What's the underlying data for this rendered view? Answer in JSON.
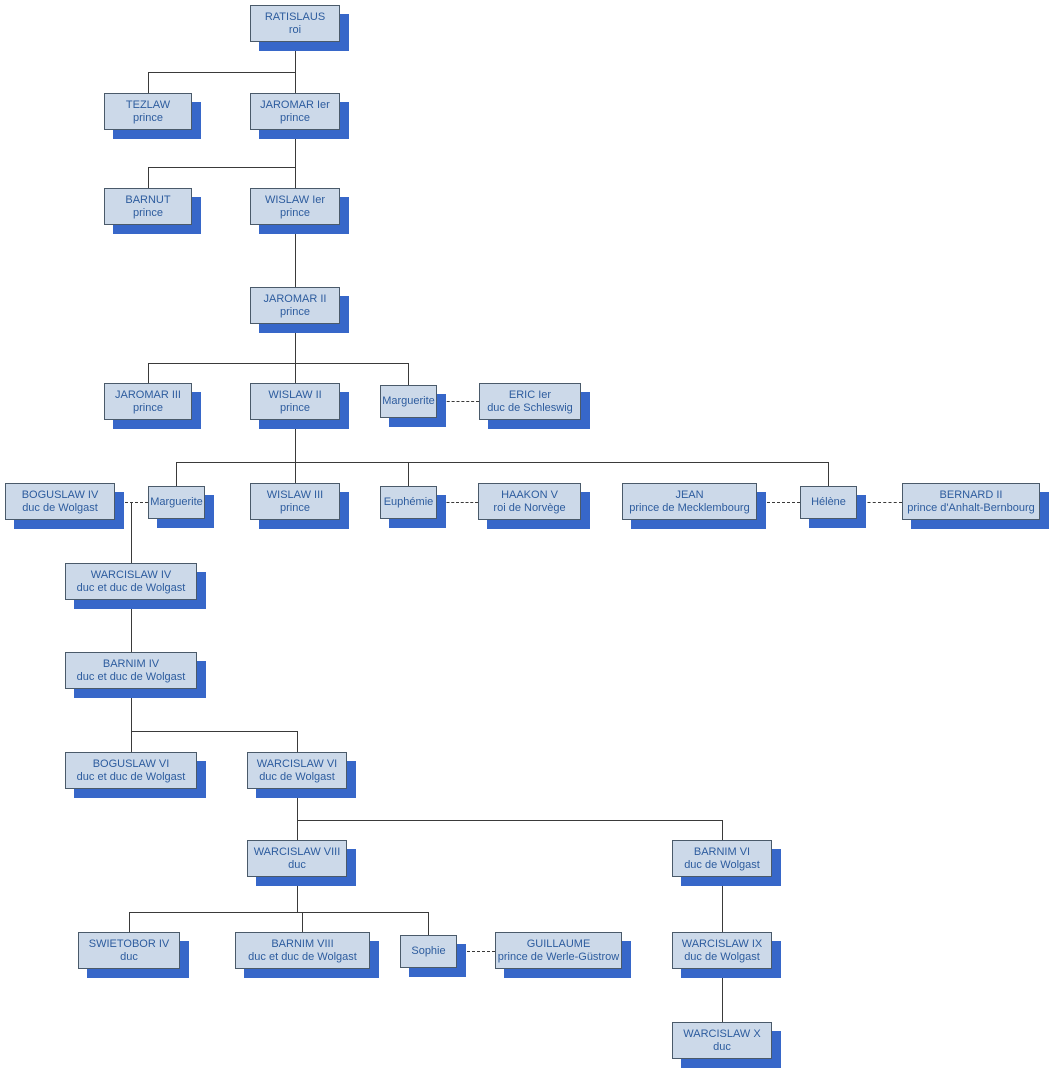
{
  "colors": {
    "box_fill": "#ccd9e9",
    "box_border": "#4a5a6a",
    "box_shadow": "#3767c9",
    "text": "#2d5c9e",
    "line": "#3a3a3a",
    "background": "#ffffff"
  },
  "nodes": {
    "ratislaus": {
      "name": "RATISLAUS",
      "title": "roi"
    },
    "tezlaw": {
      "name": "TEZLAW",
      "title": "prince"
    },
    "jaromar1": {
      "name": "JAROMAR Ier",
      "title": "prince"
    },
    "barnut": {
      "name": "BARNUT",
      "title": "prince"
    },
    "wislaw1": {
      "name": "WISLAW Ier",
      "title": "prince"
    },
    "jaromar2": {
      "name": "JAROMAR II",
      "title": "prince"
    },
    "jaromar3": {
      "name": "JAROMAR III",
      "title": "prince"
    },
    "wislaw2": {
      "name": "WISLAW II",
      "title": "prince"
    },
    "marguerite1": {
      "name": "Marguerite"
    },
    "eric1": {
      "name": "ERIC Ier",
      "title": "duc de Schleswig"
    },
    "boguslaw4": {
      "name": "BOGUSLAW IV",
      "title": "duc de Wolgast"
    },
    "marguerite2": {
      "name": "Marguerite"
    },
    "wislaw3": {
      "name": "WISLAW III",
      "title": "prince"
    },
    "euphemie": {
      "name": "Euphémie"
    },
    "haakon5": {
      "name": "HAAKON V",
      "title": "roi de Norvège"
    },
    "jean": {
      "name": "JEAN",
      "title": "prince de Mecklembourg"
    },
    "helene": {
      "name": "Hélène"
    },
    "bernard2": {
      "name": "BERNARD II",
      "title": "prince d'Anhalt-Bernbourg"
    },
    "warcislaw4": {
      "name": "WARCISLAW IV",
      "title": "duc et duc de Wolgast"
    },
    "barnim4": {
      "name": "BARNIM IV",
      "title": "duc et duc de Wolgast"
    },
    "boguslaw6": {
      "name": "BOGUSLAW VI",
      "title": "duc et duc de Wolgast"
    },
    "warcislaw6": {
      "name": "WARCISLAW VI",
      "title": "duc de Wolgast"
    },
    "warcislaw8": {
      "name": "WARCISLAW VIII",
      "title": "duc"
    },
    "barnim6": {
      "name": "BARNIM VI",
      "title": "duc de Wolgast"
    },
    "swietobor4": {
      "name": "SWIETOBOR IV",
      "title": "duc"
    },
    "barnim8": {
      "name": "BARNIM VIII",
      "title": "duc et duc de Wolgast"
    },
    "sophie": {
      "name": "Sophie"
    },
    "guillaume": {
      "name": "GUILLAUME",
      "title": "prince de Werle-Güstrow"
    },
    "warcislaw9": {
      "name": "WARCISLAW IX",
      "title": "duc de Wolgast"
    },
    "warcislaw10": {
      "name": "WARCISLAW X",
      "title": "duc"
    }
  }
}
